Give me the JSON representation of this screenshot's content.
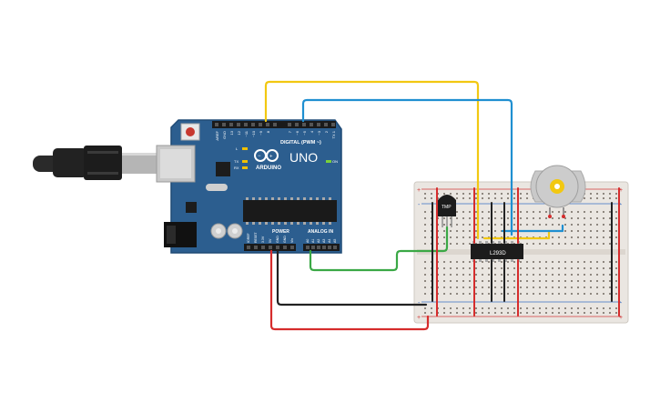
{
  "arduino": {
    "brand": "ARDUINO",
    "model": "UNO",
    "digital_label": "DIGITAL (PWM ~)",
    "power_label": "POWER",
    "analog_label": "ANALOG IN",
    "l_led": "L",
    "tx_led": "TX",
    "rx_led": "RX",
    "on_led": "ON",
    "digital_pins": [
      "AREF",
      "GND",
      "13",
      "12",
      "~11",
      "~10",
      "~9",
      "8",
      "7",
      "~6",
      "~5",
      "4",
      "~3",
      "2",
      "TX 1",
      "RX 0"
    ],
    "power_pins": [
      "IOREF",
      "RESET",
      "3.3V",
      "5V",
      "GND",
      "GND",
      "Vin"
    ],
    "analog_pins": [
      "A0",
      "A1",
      "A2",
      "A3",
      "A4",
      "A5"
    ]
  },
  "sensor_label": "TMP",
  "chip_label": "L293D",
  "rail_marks": {
    "plus": "+",
    "minus": "-"
  },
  "colors": {
    "board": "#2c5e8f",
    "board_edge": "#1f4a75",
    "wire_yellow": "#f2c811",
    "wire_blue": "#1f8fd1",
    "wire_green": "#3aa845",
    "wire_black": "#222222",
    "wire_red": "#d62c2c",
    "breadboard": "#eae6e1"
  }
}
